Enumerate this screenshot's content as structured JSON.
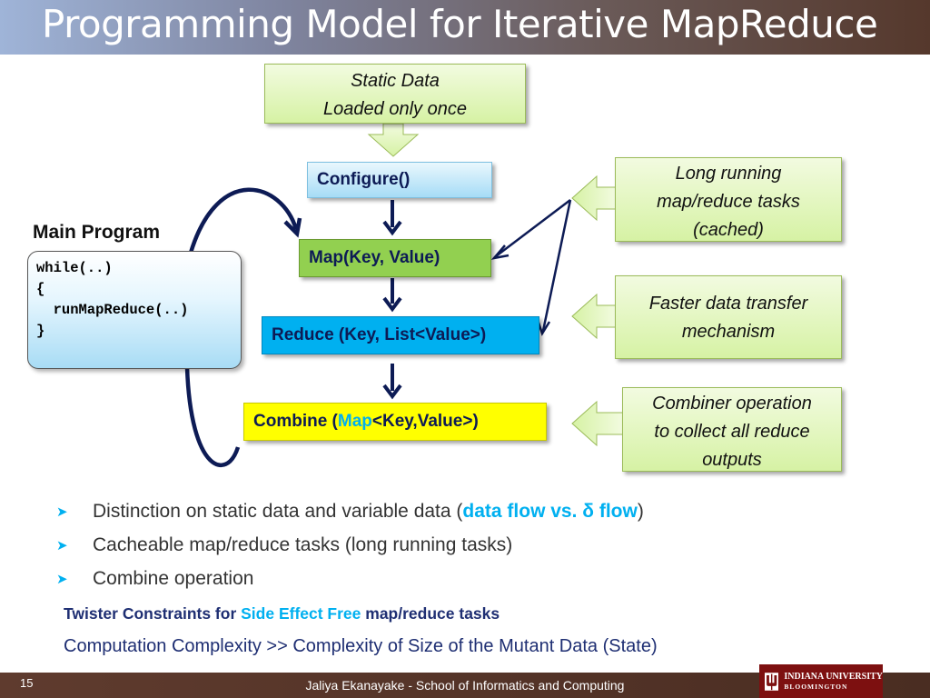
{
  "slide": {
    "title": "Programming Model for Iterative MapReduce",
    "number": "15",
    "footer": "Jaliya Ekanayake - School of Informatics and Computing"
  },
  "diagram": {
    "static_data": {
      "line1": "Static Data",
      "line2": "Loaded only once"
    },
    "configure": "Configure()",
    "map": "Map(Key, Value)",
    "reduce": "Reduce (Key, List<Value>)",
    "combine": {
      "prefix": "Combine (",
      "map_word": "Map",
      "suffix": "<Key,Value>)"
    },
    "main_program": {
      "label": "Main Program",
      "code": [
        "while(..)",
        "{",
        "  runMapReduce(..)",
        "}"
      ]
    },
    "notes": {
      "long_running": [
        "Long running",
        "map/reduce tasks",
        "(cached)"
      ],
      "faster_transfer": [
        "Faster data transfer",
        "mechanism"
      ],
      "combiner": [
        "Combiner operation",
        "to collect all reduce",
        "outputs"
      ]
    }
  },
  "bullets": [
    {
      "text": "Distinction on static data and variable data (",
      "highlight": "data flow vs. δ flow",
      "suffix": ")"
    },
    {
      "text": "Cacheable map/reduce tasks (long running tasks)"
    },
    {
      "text": "Combine operation"
    }
  ],
  "constraints": {
    "prefix": "Twister Constraints for ",
    "highlight": "Side Effect Free",
    "suffix": " map/reduce tasks",
    "text": "Computation Complexity >> Complexity of Size of the Mutant Data (State)"
  },
  "logo": {
    "line1": "INDIANA UNIVERSITY",
    "line2": "BLOOMINGTON"
  },
  "colors": {
    "accent_cyan": "#00b0f0",
    "map_green": "#92d050",
    "combine_yellow": "#ffff00",
    "note_green": "#d6f2a4",
    "arrow_navy": "#0d1b55",
    "iu_crimson": "#7d1010"
  }
}
